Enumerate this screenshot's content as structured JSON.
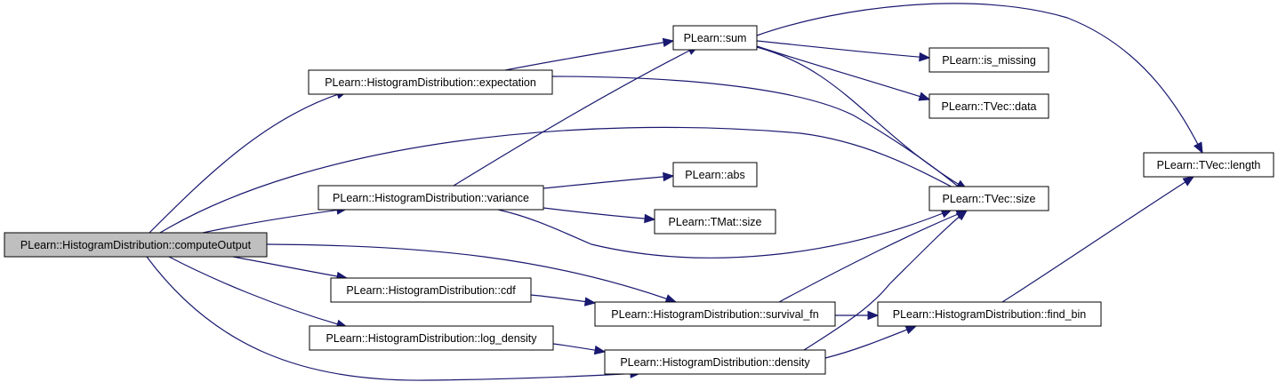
{
  "colors": {
    "edge": "#191970",
    "root_fill": "#bfbfbf",
    "node_fill": "#ffffff",
    "node_border": "#000000"
  },
  "nodes": {
    "computeOutput": "PLearn::HistogramDistribution::computeOutput",
    "expectation": "PLearn::HistogramDistribution::expectation",
    "variance": "PLearn::HistogramDistribution::variance",
    "cdf": "PLearn::HistogramDistribution::cdf",
    "log_density": "PLearn::HistogramDistribution::log_density",
    "survival_fn": "PLearn::HistogramDistribution::survival_fn",
    "density": "PLearn::HistogramDistribution::density",
    "find_bin": "PLearn::HistogramDistribution::find_bin",
    "sum": "PLearn::sum",
    "abs": "PLearn::abs",
    "tmat_size": "PLearn::TMat::size",
    "is_missing": "PLearn::is_missing",
    "tvec_data": "PLearn::TVec::data",
    "tvec_size": "PLearn::TVec::size",
    "tvec_length": "PLearn::TVec::length"
  },
  "edges": [
    [
      "computeOutput",
      "expectation"
    ],
    [
      "computeOutput",
      "tvec_size"
    ],
    [
      "computeOutput",
      "variance"
    ],
    [
      "computeOutput",
      "survival_fn"
    ],
    [
      "computeOutput",
      "cdf"
    ],
    [
      "computeOutput",
      "log_density"
    ],
    [
      "computeOutput",
      "density"
    ],
    [
      "expectation",
      "sum"
    ],
    [
      "expectation",
      "tvec_size"
    ],
    [
      "variance",
      "sum"
    ],
    [
      "variance",
      "abs"
    ],
    [
      "variance",
      "tmat_size"
    ],
    [
      "variance",
      "tvec_size"
    ],
    [
      "cdf",
      "survival_fn"
    ],
    [
      "log_density",
      "density"
    ],
    [
      "survival_fn",
      "tvec_size"
    ],
    [
      "survival_fn",
      "find_bin"
    ],
    [
      "density",
      "tvec_size"
    ],
    [
      "density",
      "find_bin"
    ],
    [
      "find_bin",
      "tvec_length"
    ],
    [
      "sum",
      "is_missing"
    ],
    [
      "sum",
      "tvec_data"
    ],
    [
      "sum",
      "tvec_size"
    ],
    [
      "sum",
      "tvec_length"
    ]
  ]
}
